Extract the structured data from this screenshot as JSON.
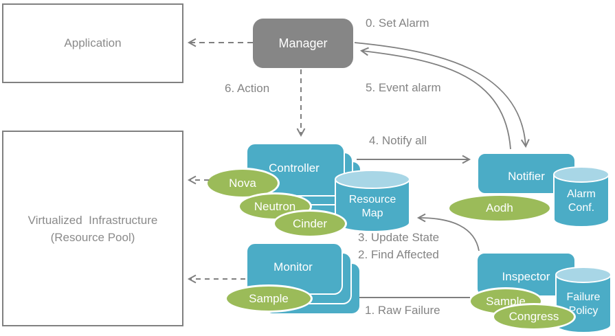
{
  "boxes": {
    "application": "Application",
    "virtualized_infrastructure": {
      "line1": "Virtualized  Infrastructure",
      "line2": "(Resource Pool)"
    }
  },
  "components": {
    "manager": "Manager",
    "controller": "Controller",
    "monitor": "Monitor",
    "notifier": "Notifier",
    "inspector": "Inspector"
  },
  "datastores": {
    "resource_map": "Resource Map",
    "alarm_conf": "Alarm Conf.",
    "failure_policy": "Failure Policy"
  },
  "plugins": {
    "nova": "Nova",
    "neutron": "Neutron",
    "cinder": "Cinder",
    "monitor_sample": "Sample",
    "aodh": "Aodh",
    "inspector_sample": "Sample",
    "congress": "Congress"
  },
  "steps": {
    "step0": "0. Set Alarm",
    "step1": "1. Raw Failure",
    "step2": "2. Find Affected",
    "step3": "3. Update State",
    "step4": "4. Notify all",
    "step5": "5. Event alarm",
    "step6": "6. Action"
  },
  "colors": {
    "component_teal": "#4BACC6",
    "cylinder_top": "#A8D6E6",
    "plugin_green": "#9BBB59",
    "neutral_gray": "#808080"
  }
}
